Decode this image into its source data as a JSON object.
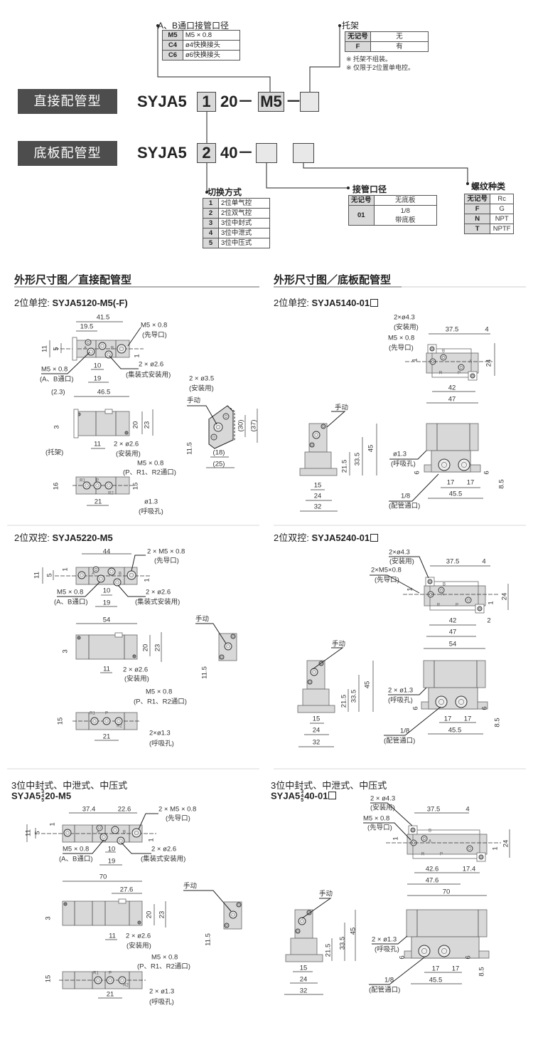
{
  "ordering": {
    "type_direct": "直接配管型",
    "type_base": "底板配管型",
    "model_prefix": "SYJA5",
    "row1": {
      "switch": "1",
      "mid": "20－",
      "port": "M5",
      "dash": "－"
    },
    "row2": {
      "switch": "2",
      "mid": "40－"
    },
    "port_size": {
      "title": "A、B通口接管口径",
      "rows": [
        {
          "code": "M5",
          "desc": "M5 × 0.8"
        },
        {
          "code": "C4",
          "desc": "ø4快换接头"
        },
        {
          "code": "C6",
          "desc": "ø6快换接头"
        }
      ]
    },
    "bracket": {
      "title": "托架",
      "rows": [
        {
          "code": "无记号",
          "desc": "无"
        },
        {
          "code": "F",
          "desc": "有"
        }
      ],
      "notes": [
        "※ 托架不组装。",
        "※ 仅限于2位置单电控。"
      ]
    },
    "switching": {
      "title": "切换方式",
      "rows": [
        {
          "code": "1",
          "desc": "2位单气控"
        },
        {
          "code": "2",
          "desc": "2位双气控"
        },
        {
          "code": "3",
          "desc": "3位中封式"
        },
        {
          "code": "4",
          "desc": "3位中泄式"
        },
        {
          "code": "5",
          "desc": "3位中压式"
        }
      ]
    },
    "piping": {
      "title": "接管口径",
      "rows": [
        {
          "code": "无记号",
          "desc": "无底板"
        },
        {
          "code": "01",
          "desc": "1/8",
          "desc2": "带底板"
        }
      ]
    },
    "thread": {
      "title": "螺纹种类",
      "rows": [
        {
          "code": "无记号",
          "desc": "Rc"
        },
        {
          "code": "F",
          "desc": "G"
        },
        {
          "code": "N",
          "desc": "NPT"
        },
        {
          "code": "T",
          "desc": "NPTF"
        }
      ]
    }
  },
  "sections": {
    "left": "外形尺寸图／直接配管型",
    "right": "外形尺寸图／底板配管型"
  },
  "panels": [
    {
      "title": "2位单控: ",
      "model": "SYJA5120-M5(-F)",
      "labels": [
        "41.5",
        "19.5",
        "M5 × 0.8",
        "(先导口)",
        "11",
        "5",
        "1",
        "2 × ø2.6",
        "(集装式安装用)",
        "M5 × 0.8",
        "(A、B通口)",
        "10",
        "19",
        "(2.3)",
        "46.5",
        "3",
        "20",
        "23",
        "11",
        "2 × ø2.6",
        "(安装用)",
        "(托架)",
        "2 × ø3.5",
        "(安装用)",
        "手动",
        "(30)",
        "(37)",
        "11.5",
        "(18)",
        "(25)",
        "M5 × 0.8",
        "(P、R1、R2通口)",
        "16",
        "15",
        "21",
        "ø1.3",
        "(呼吸孔)",
        "A",
        "B",
        "R1",
        "P",
        "R2"
      ]
    },
    {
      "title": "2位单控: ",
      "model": "SYJA5140-01",
      "labels": [
        "2×ø4.3",
        "(安装用)",
        "M5 × 0.8",
        "(先导口)",
        "37.5",
        "4",
        "24",
        "1",
        "42",
        "47",
        "手动",
        "45",
        "33.5",
        "21.5",
        "15",
        "24",
        "32",
        "ø1.3",
        "(呼吸孔)",
        "6",
        "6",
        "8.5",
        "17",
        "17",
        "45.5",
        "1/8",
        "(配管通口)",
        "B",
        "A",
        "R",
        "P"
      ]
    },
    {
      "title": "2位双控: ",
      "model": "SYJA5220-M5",
      "labels": [
        "44",
        "2 × M5 × 0.8",
        "(先导口)",
        "1",
        "11",
        "5",
        "1",
        "M5 × 0.8",
        "(A、B通口)",
        "10",
        "19",
        "2 × ø2.6",
        "(集装式安装用)",
        "54",
        "3",
        "20",
        "23",
        "11",
        "2 × ø2.6",
        "(安装用)",
        "手动",
        "11.5",
        "15",
        "M5 × 0.8",
        "(P、R1、R2通口)",
        "21",
        "2×ø1.3",
        "(呼吸孔)",
        "A",
        "B",
        "R1",
        "P",
        "R2"
      ]
    },
    {
      "title": "2位双控: ",
      "model": "SYJA5240-01",
      "labels": [
        "2×ø4.3",
        "(安装用)",
        "2×M5×0.8",
        "(先导口)",
        "37.5",
        "4",
        "1",
        "24",
        "1",
        "42",
        "2",
        "47",
        "54",
        "手动",
        "45",
        "33.5",
        "21.5",
        "15",
        "24",
        "32",
        "2 × ø1.3",
        "(呼吸孔)",
        "6",
        "6",
        "8.5",
        "17",
        "17",
        "45.5",
        "1/8",
        "(配管通口)",
        "B",
        "A",
        "R",
        "P"
      ]
    },
    {
      "title": "3位中封式、中泄式、中压式",
      "model_pre": "SYJA5",
      "model_frac": [
        "3",
        "4",
        "5"
      ],
      "model": "20-M5",
      "labels": [
        "37.4",
        "22.6",
        "2 × M5 × 0.8",
        "(先导口)",
        "1",
        "11",
        "5",
        "1",
        "M5 × 0.8",
        "(A、B通口)",
        "10",
        "19",
        "2 × ø2.6",
        "(集装式安装用)",
        "70",
        "27.6",
        "3",
        "20",
        "23",
        "11",
        "2 × ø2.6",
        "(安装用)",
        "手动",
        "11.5",
        "15",
        "M5 × 0.8",
        "(P、R1、R2通口)",
        "21",
        "2 × ø1.3",
        "(呼吸孔)",
        "A",
        "B",
        "R1",
        "P",
        "R2"
      ]
    },
    {
      "title": "3位中封式、中泄式、中压式",
      "model_pre": "SYJA5",
      "model_frac": [
        "3",
        "4",
        "5"
      ],
      "model": "40-01",
      "labels": [
        "2 × ø4.3",
        "(安装用)",
        "M5 × 0.8",
        "(先导口)",
        "37.5",
        "4",
        "1",
        "24",
        "1",
        "42.6",
        "17.4",
        "47.6",
        "70",
        "手动",
        "45",
        "33.5",
        "21.5",
        "15",
        "24",
        "32",
        "2 × ø1.3",
        "(呼吸孔)",
        "6",
        "6",
        "8.5",
        "17",
        "17",
        "45.5",
        "1/8",
        "(配管通口)",
        "B",
        "A",
        "R",
        "P"
      ]
    }
  ],
  "colors": {
    "body_fill": "#d8d8d8",
    "stroke": "#666666",
    "label_box": "#4d4d4d"
  }
}
